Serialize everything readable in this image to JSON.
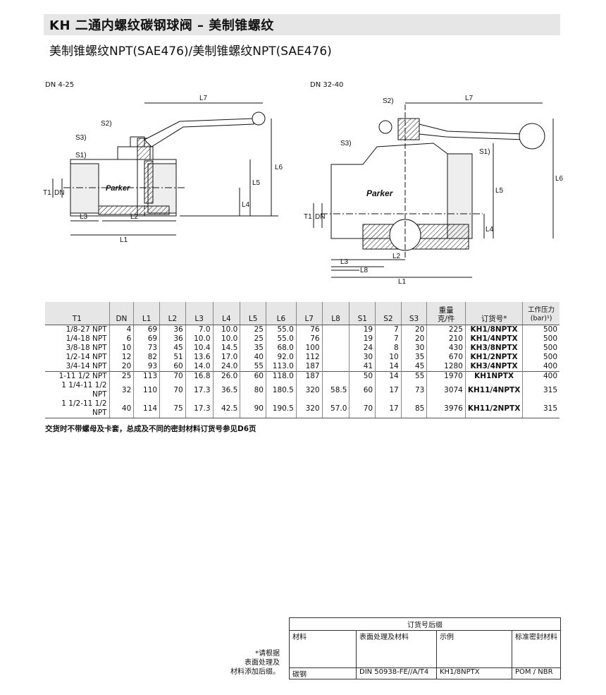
{
  "header": {
    "title": "KH  二通内螺纹碳钢球阀 – 美制锥螺纹",
    "subtitle": "美制锥螺纹NPT(SAE476)/美制锥螺纹NPT(SAE476)"
  },
  "drawing_left": {
    "range": "DN 4-25",
    "brand": "Parker",
    "callouts": {
      "s1": "S1)",
      "s2": "S2)",
      "s3": "S3)"
    },
    "dims": {
      "l1": "L1",
      "l2": "L2",
      "l3": "L3",
      "l4": "L4",
      "l5": "L5",
      "l6": "L6",
      "l7": "L7",
      "t1": "T1",
      "dn": "DN"
    }
  },
  "drawing_right": {
    "range": "DN 32-40",
    "brand": "Parker",
    "callouts": {
      "s1": "S1)",
      "s2": "S2)",
      "s3": "S3)"
    },
    "dims": {
      "l1": "L1",
      "l2": "L2",
      "l3": "L3",
      "l4": "L4",
      "l5": "L5",
      "l6": "L6",
      "l7": "L7",
      "l8": "L8",
      "t1": "T1",
      "dn": "DN"
    }
  },
  "table": {
    "headers": [
      "T1",
      "DN",
      "L1",
      "L2",
      "L3",
      "L4",
      "L5",
      "L6",
      "L7",
      "L8",
      "S1",
      "S2",
      "S3",
      "重量\n克/件",
      "订货号*",
      "工作压力\n(bar)¹)"
    ],
    "rows": [
      [
        "1/8-27 NPT",
        "4",
        "69",
        "36",
        "7.0",
        "10.0",
        "25",
        "55.0",
        "76",
        "",
        "19",
        "7",
        "20",
        "225",
        "KH1/8NPTX",
        "500"
      ],
      [
        "1/4-18 NPT",
        "6",
        "69",
        "36",
        "10.0",
        "10.0",
        "25",
        "55.0",
        "76",
        "",
        "19",
        "7",
        "20",
        "210",
        "KH1/4NPTX",
        "500"
      ],
      [
        "3/8-18 NPT",
        "10",
        "73",
        "45",
        "10.4",
        "14.5",
        "35",
        "68.0",
        "100",
        "",
        "24",
        "8",
        "30",
        "430",
        "KH3/8NPTX",
        "500"
      ],
      [
        "1/2-14 NPT",
        "12",
        "82",
        "51",
        "13.6",
        "17.0",
        "40",
        "92.0",
        "112",
        "",
        "30",
        "10",
        "35",
        "670",
        "KH1/2NPTX",
        "500"
      ],
      [
        "3/4-14 NPT",
        "20",
        "93",
        "60",
        "14.0",
        "24.0",
        "55",
        "113.0",
        "187",
        "",
        "41",
        "14",
        "45",
        "1280",
        "KH3/4NPTX",
        "400"
      ],
      [
        "1-11 1/2 NPT",
        "25",
        "113",
        "70",
        "16.8",
        "26.0",
        "60",
        "118.0",
        "187",
        "",
        "50",
        "14",
        "55",
        "1970",
        "KH1NPTX",
        "400"
      ],
      [
        "1 1/4-11 1/2 NPT",
        "32",
        "110",
        "70",
        "17.3",
        "36.5",
        "80",
        "180.5",
        "320",
        "58.5",
        "60",
        "17",
        "73",
        "3074",
        "KH11/4NPTX",
        "315"
      ],
      [
        "1 1/2-11 1/2 NPT",
        "40",
        "114",
        "75",
        "17.3",
        "42.5",
        "90",
        "190.5",
        "320",
        "57.0",
        "70",
        "17",
        "85",
        "3976",
        "KH11/2NPTX",
        "315"
      ]
    ]
  },
  "note": "交货时不带螺母及卡套，总成及不同的密封材料订货号参见D6页",
  "footnote": "*请根据\n表面处理及\n材料添加后缀。",
  "suffix_table": {
    "title": "订货号后缀",
    "headers": [
      "材料",
      "表面处理及材料",
      "示例",
      "标准密封材料"
    ],
    "values": [
      "碳钢",
      "DIN 50938-FE//A/T4",
      "KH1/8NPTX",
      "POM / NBR"
    ]
  }
}
